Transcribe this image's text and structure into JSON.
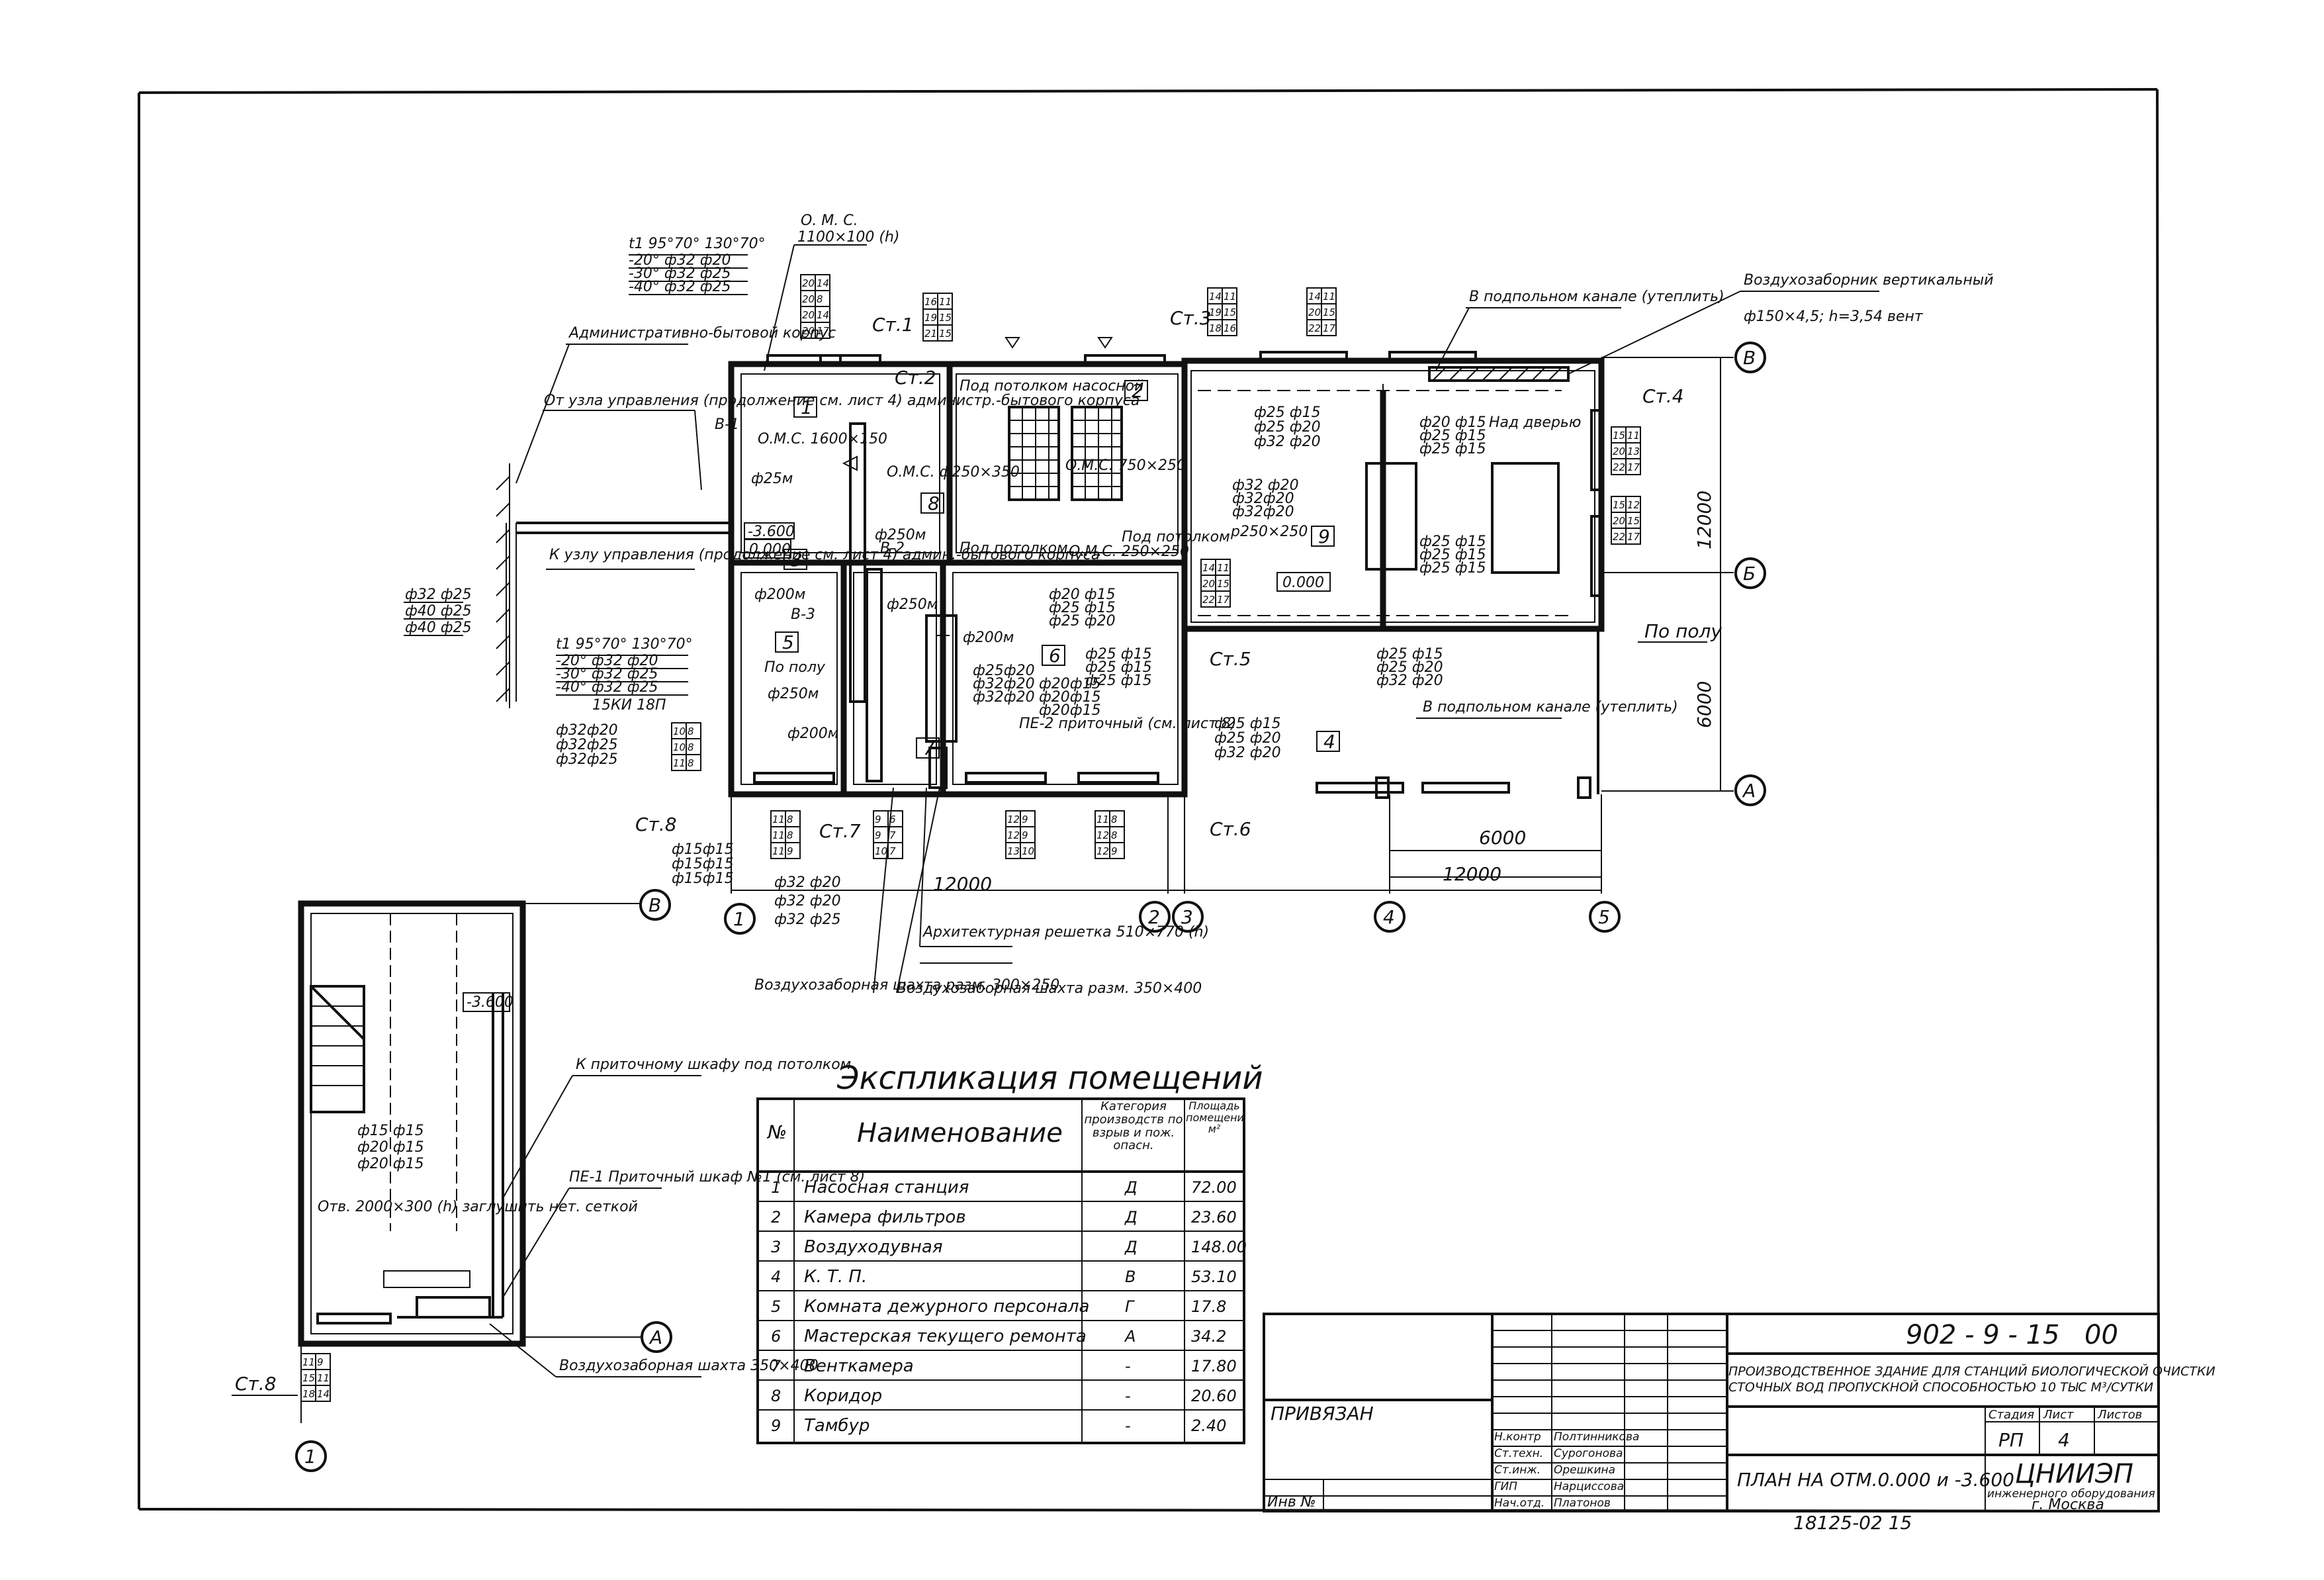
{
  "document": {
    "doc_code": "902 - 9 - 15",
    "doc_suffix": "00",
    "bottom_stamp": "18125-02  15",
    "title_lines": [
      "ПРОИЗВОДСТВЕННОЕ ЗДАНИЕ ДЛЯ СТАНЦИЙ БИОЛОГИЧЕСКОЙ ОЧИСТКИ",
      "СТОЧНЫХ ВОД ПРОПУСКНОЙ СПОСОБНОСТЬЮ 10 ТЫС М³/СУТКИ"
    ],
    "sheet_title": "ПЛАН НА ОТМ.0.000 и -3.600",
    "stage_header": "Стадия",
    "sheet_header": "Лист",
    "sheets_header": "Листов",
    "stage": "РП",
    "sheet": "4",
    "org_name": "ЦНИИЭП",
    "org_line2": "инженерного оборудования",
    "org_city": "г. Москва",
    "privyazan": "ПРИВЯЗАН",
    "inv_no": "Инв №",
    "signatures": [
      {
        "role": "Н.контр",
        "name": "Полтинникова"
      },
      {
        "role": "Ст.техн.",
        "name": "Сурогонова"
      },
      {
        "role": "Ст.инж.",
        "name": "Орешкина"
      },
      {
        "role": "ГИП",
        "name": "Нарциссова"
      },
      {
        "role": "Нач.отд.",
        "name": "Платонов"
      }
    ]
  },
  "explication": {
    "title": "Экспликация помещений",
    "headers": [
      "№",
      "Наименование",
      "Категория производств по взрыв и пож. опасн.",
      "Площадь помещения м²"
    ],
    "rows": [
      {
        "no": "1",
        "name": "Насосная станция",
        "cat": "Д",
        "area": "72.00"
      },
      {
        "no": "2",
        "name": "Камера фильтров",
        "cat": "Д",
        "area": "23.60"
      },
      {
        "no": "3",
        "name": "Воздуходувная",
        "cat": "Д",
        "area": "148.00"
      },
      {
        "no": "4",
        "name": "К. Т. П.",
        "cat": "В",
        "area": "53.10"
      },
      {
        "no": "5",
        "name": "Комната дежурного персонала",
        "cat": "Г",
        "area": "17.8"
      },
      {
        "no": "6",
        "name": "Мастерская текущего ремонта",
        "cat": "А",
        "area": "34.2"
      },
      {
        "no": "7",
        "name": "Венткамера",
        "cat": "-",
        "area": "17.80"
      },
      {
        "no": "8",
        "name": "Коридор",
        "cat": "-",
        "area": "20.60"
      },
      {
        "no": "9",
        "name": "Тамбур",
        "cat": "-",
        "area": "2.40"
      }
    ]
  },
  "labels": {
    "oms_top": "О. М. С.",
    "oms_top_size": "1100×100 (h)",
    "admin_building": "Административно-бытовой корпус",
    "from_control_node": "От узла управления (продолжение см. лист 4) администр.-бытового корпуса",
    "to_control_node": "К узлу управления (продолжение см. лист 4) админ.-бытового корпуса",
    "pipe_set_a": "t1 95°70°  130°70°",
    "pipe_set_a_rows": [
      "-20°  ф32 ф20",
      "-30°  ф32 ф25",
      "-40°  ф32 ф25"
    ],
    "pipe_set_b": "t1 95°70° 130°70°",
    "pipe_set_b_rows": [
      "-20°  ф32  ф20",
      "-30°  ф32  ф25",
      "-40°  ф32  ф25"
    ],
    "pipe_note_b": "15КИ 18П",
    "pipes_left": [
      "ф32 ф25",
      "ф40 ф25",
      "ф40 ф25"
    ],
    "pipes_left2": [
      "ф32ф20",
      "ф32ф25",
      "ф32ф25"
    ],
    "st1": "Ст.1",
    "st2": "Ст.2",
    "st3": "Ст.3",
    "st4": "Ст.4",
    "st5": "Ст.5",
    "st6": "Ст.6",
    "st7": "Ст.7",
    "st8": "Ст.8",
    "st8b": "Ст.8",
    "in_channel_top": "В подпольном канале (утеплить)",
    "in_channel_bottom": "В подпольном канале (утеплить)",
    "air_intake_top": "Воздухозаборник вертикальный",
    "air_intake_top_size": "ф150×4,5; h=3,54 вент",
    "over_door": "Над дверью",
    "on_floor": "По полу",
    "on_floor_room": "По полу",
    "under_ceiling": "Под потолком",
    "under_ceiling_pump": "Под потолком насосной",
    "under_ceiling_k": "Под потолком",
    "p250": "р250×250",
    "oms_1": "О.М.С. 1600×150",
    "oms_2": "О.М.С. 750×250",
    "oms_3": "О.М.С. ф250×350",
    "oms_4": "О.М.С. 250×250",
    "v1": "В-1",
    "v2": "В-2",
    "v3": "В-3",
    "pe2": "ПЕ-2 приточный (см. лист 8)",
    "elev_0": "0.000",
    "elev_0b": "0.000",
    "elev_36": "-3.600",
    "elev_36b": "-3.600",
    "dim_12000_v": "12000",
    "dim_6000_v": "6000",
    "dim_6000_h": "6000",
    "dim_12000_h": "12000",
    "dim_12000_h2": "12000",
    "axis_1": "1",
    "axis_2": "2",
    "axis_3": "3",
    "axis_4": "4",
    "axis_5": "5",
    "axis_v": "В",
    "axis_b": "Б",
    "axis_a": "А",
    "axis_v2": "В",
    "axis_a2": "А",
    "axis_1b": "1",
    "room_1": "1",
    "room_2": "2",
    "room_3": "3",
    "room_4": "4",
    "room_5": "5",
    "room_6": "6",
    "room_7": "7",
    "room_8": "8",
    "room_9": "9",
    "arch_grille": "Архитектурная решетка 510×770 (h)",
    "shaft_1": "Воздухозаборная шахта разм. 300×250",
    "shaft_2": "Воздухозаборная шахта разм. 350×400",
    "shaft_3": "Воздухозаборная шахта 350×400",
    "to_supply_cabinet": "К приточному шкафу под потолком",
    "pe1": "ПЕ-1 Приточный шкаф №1 (см. лист 8)",
    "opening": "Отв. 2000×300 (h) заглушить нет. сеткой",
    "pipes_basement": [
      "ф15  ф15",
      "ф20  ф15",
      "ф20  ф15"
    ],
    "pipes_st2": [
      "ф15ф15",
      "ф15ф15",
      "ф15ф15"
    ],
    "pipes_st1": [
      "ф32 ф20",
      "ф32 ф20",
      "ф32 ф25"
    ],
    "pipes_room6": [
      "ф20 ф15",
      "ф25 ф15",
      "ф25 ф20"
    ],
    "pipes_room6b": [
      "ф25 ф15",
      "ф25 ф15",
      "ф25 ф15"
    ],
    "pipes_room7": [
      "ф25ф20",
      "ф32ф20",
      "ф32ф20"
    ],
    "pipes_room7b": [
      "ф20ф15",
      "ф20ф15",
      "ф20ф15"
    ],
    "pipes_room3_l": [
      "ф32 ф20",
      "ф32ф20",
      "ф32ф20"
    ],
    "pipes_room3_t": [
      "ф25 ф15",
      "ф25 ф20",
      "ф32 ф20"
    ],
    "pipes_room3_m": [
      "ф25 ф15",
      "ф25 ф15",
      "ф25 ф15"
    ],
    "pipes_room3_r": [
      "ф20 ф15",
      "ф25 ф15",
      "ф25 ф15"
    ],
    "pipes_room3_b": [
      "ф25 ф15",
      "ф25 ф20",
      "ф32 ф20"
    ],
    "pipes_st6": [
      "ф25 ф15",
      "ф25 ф20",
      "ф32 ф20"
    ],
    "pipes_st4_top": [
      "ф20 ф15",
      "ф25 ф15"
    ],
    "d250_1": "ф250м",
    "d250_2": "ф250м",
    "d250_3": "ф250м",
    "d200_1": "ф200м",
    "d200_2": "ф200м",
    "d200_3": "ф200м",
    "d25m": "ф25м"
  },
  "riser_tables": {
    "st1_top": [
      [
        "20",
        "14"
      ],
      [
        "20",
        "8"
      ],
      [
        "20",
        "14"
      ],
      [
        "20",
        "17"
      ]
    ],
    "st2": [
      [
        "16",
        "11"
      ],
      [
        "19",
        "15"
      ],
      [
        "21",
        "15"
      ]
    ],
    "st3a": [
      [
        "14",
        "11"
      ],
      [
        "19",
        "15"
      ],
      [
        "18",
        "16"
      ]
    ],
    "st3b": [
      [
        "14",
        "11"
      ],
      [
        "20",
        "15"
      ],
      [
        "22",
        "17"
      ]
    ],
    "st4a": [
      [
        "15",
        "11"
      ],
      [
        "20",
        "13"
      ],
      [
        "22",
        "17"
      ]
    ],
    "st4b": [
      [
        "15",
        "12"
      ],
      [
        "20",
        "15"
      ],
      [
        "22",
        "17"
      ]
    ],
    "st5": [
      [
        "14",
        "11"
      ],
      [
        "20",
        "15"
      ],
      [
        "22",
        "17"
      ]
    ],
    "st7a": [
      [
        "10",
        "8"
      ],
      [
        "10",
        "8"
      ],
      [
        "11",
        "8"
      ]
    ],
    "st2b": [
      [
        "11",
        "8"
      ],
      [
        "11",
        "8"
      ],
      [
        "11",
        "9"
      ]
    ],
    "st7b": [
      [
        "9",
        "6"
      ],
      [
        "9",
        "7"
      ],
      [
        "10",
        "7"
      ]
    ],
    "st6a": [
      [
        "12",
        "9"
      ],
      [
        "12",
        "9"
      ],
      [
        "13",
        "10"
      ]
    ],
    "st6b": [
      [
        "11",
        "8"
      ],
      [
        "12",
        "8"
      ],
      [
        "12",
        "9"
      ]
    ],
    "st8": [
      [
        "11",
        "9"
      ],
      [
        "15",
        "11"
      ],
      [
        "18",
        "14"
      ]
    ]
  }
}
